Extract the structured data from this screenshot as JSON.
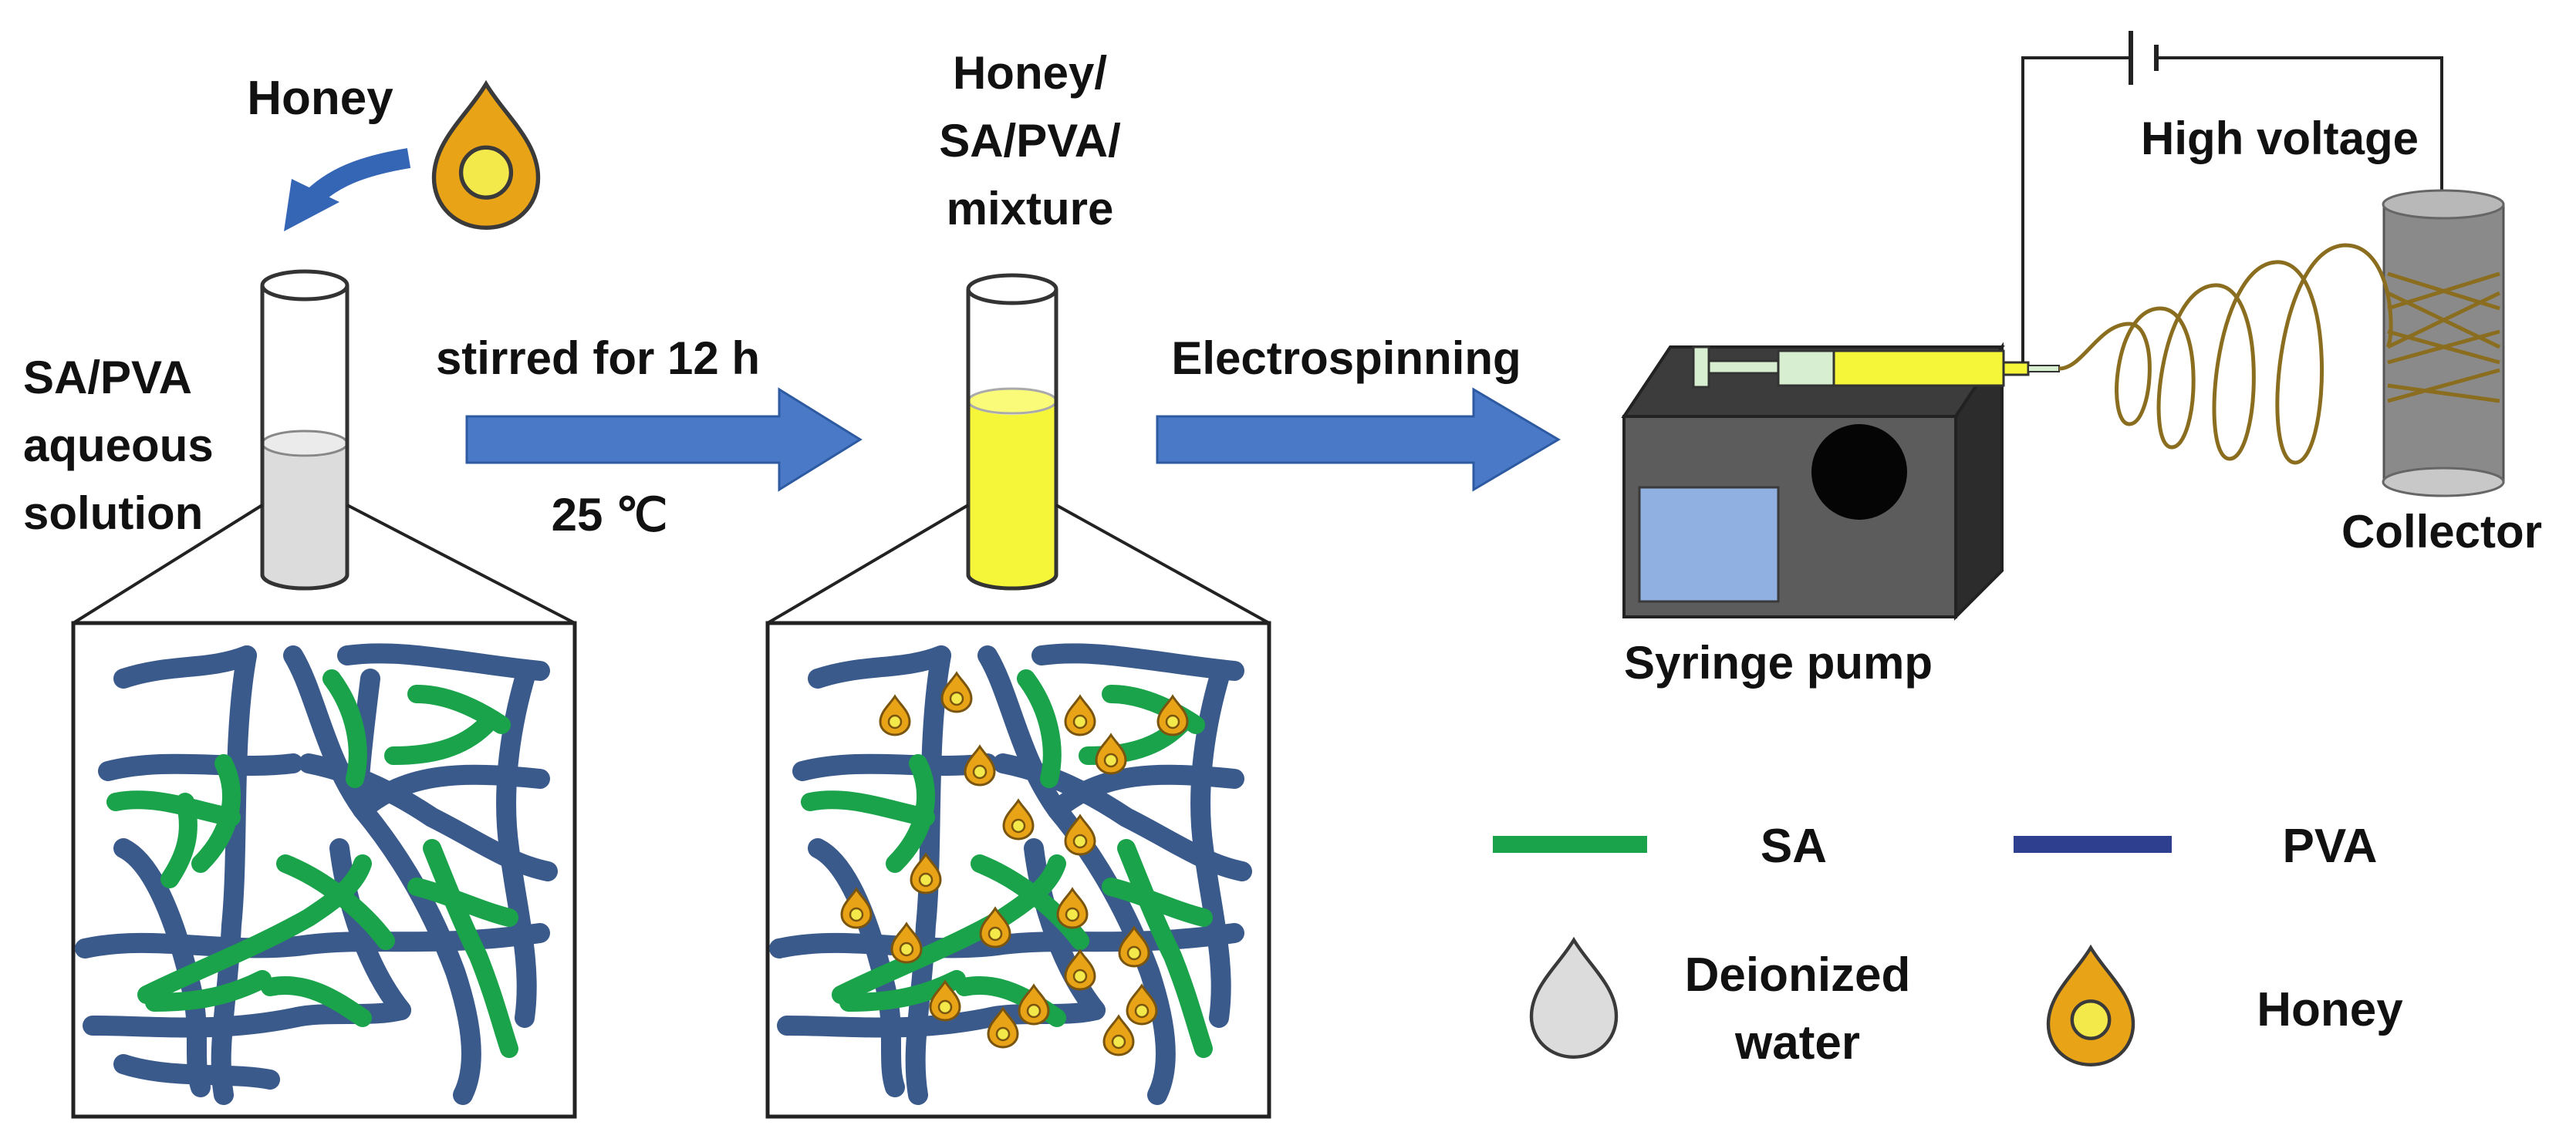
{
  "labels": {
    "honey_top": "Honey",
    "sa_pva_line1": "SA/PVA",
    "sa_pva_line2": "aqueous",
    "sa_pva_line3": "solution",
    "mix_line1": "Honey/",
    "mix_line2": "SA/PVA/",
    "mix_line3": "mixture",
    "stirred": "stirred for 12 h",
    "temperature": "25 ℃",
    "electrospinning": "Electrospinning",
    "high_voltage": "High voltage",
    "collector": "Collector",
    "syringe_pump": "Syringe pump"
  },
  "legend": {
    "sa": "SA",
    "pva": "PVA",
    "water_line1": "Deionized",
    "water_line2": "water",
    "honey": "Honey"
  },
  "colors": {
    "sa_green": "#1aa34a",
    "pva_blue": "#3b5a8c",
    "honey_orange": "#e8a317",
    "honey_core": "#f4e94a",
    "arrow_blue": "#4a7ac7",
    "mixture_yellow": "#f5f53a",
    "solution_gray": "#dcdcdc",
    "fiber_brown": "#8a6d1e"
  },
  "icons": {
    "honey_drop": "honey-drop-icon",
    "water_drop": "water-drop-icon",
    "curved_arrow": "curved-arrow-icon"
  }
}
